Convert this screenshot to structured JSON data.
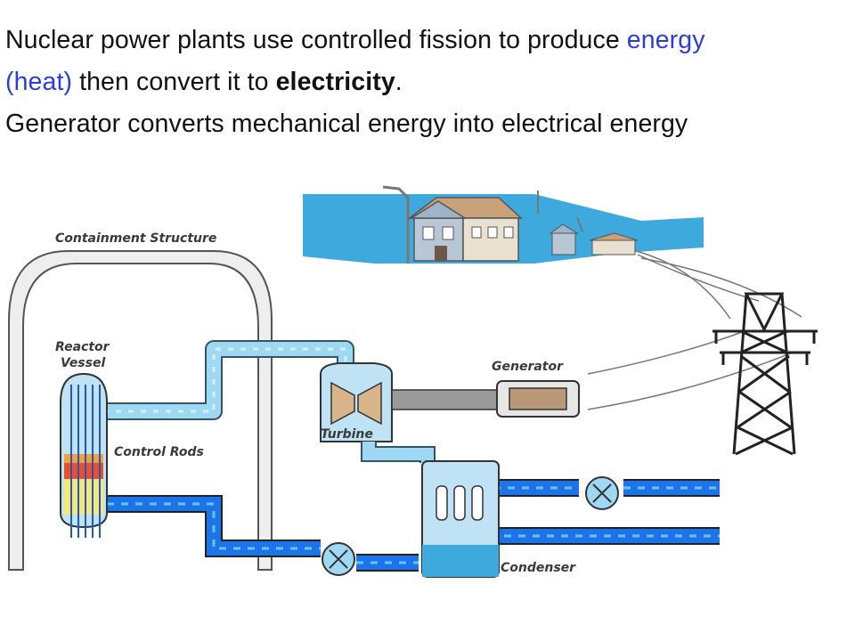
{
  "caption": {
    "line1_a": "Nuclear power plants use controlled fission to produce ",
    "line1_b": "energy",
    "line2_a": "(heat)",
    "line2_b": " then convert it to ",
    "line2_c": "electricity",
    "line2_d": ".",
    "line3": "Generator converts mechanical energy into electrical energy"
  },
  "labels": {
    "containment": "Containment Structure",
    "reactor_l1": "Reactor",
    "reactor_l2": "Vessel",
    "control_rods": "Control Rods",
    "turbine": "Turbine",
    "generator": "Generator",
    "condenser": "Condenser"
  },
  "colors": {
    "highlight_text": "#2b3fd8",
    "pipe_light": "#9fd8f3",
    "pipe_dark": "#1c74e8",
    "sky_band": "#3da9dd",
    "wall_fill": "#eeeeee"
  }
}
